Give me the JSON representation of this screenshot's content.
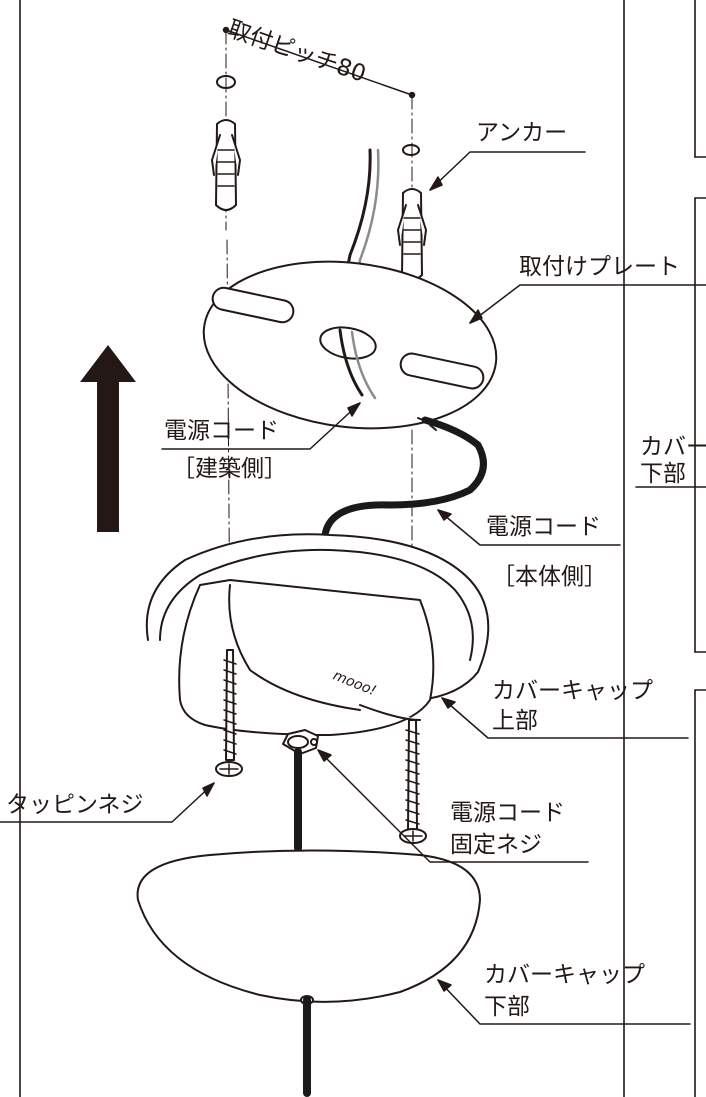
{
  "labels": {
    "pitch": "取付ピッチ80",
    "anchor": "アンカー",
    "mounting_plate": "取付けプレート",
    "power_cord_building": "電源コード",
    "power_cord_building_sub": "［建築側］",
    "power_cord_body": "電源コード",
    "power_cord_body_sub": "［本体側］",
    "cover_cap_upper_1": "カバーキャップ",
    "cover_cap_upper_2": "上部",
    "tapping_screw": "タッピンネジ",
    "cord_fixing_screw_1": "電源コード",
    "cord_fixing_screw_2": "固定ネジ",
    "cover_cap_lower_1": "カバーキャップ",
    "cover_cap_lower_2": "下部",
    "clip_cover_1": "カバー",
    "clip_cover_2": "下部"
  },
  "brand_text": "mooo!",
  "colors": {
    "ink": "#231815",
    "cord": "#1a1a1a",
    "cord_gray": "#8c8c8c",
    "paper": "#ffffff"
  }
}
